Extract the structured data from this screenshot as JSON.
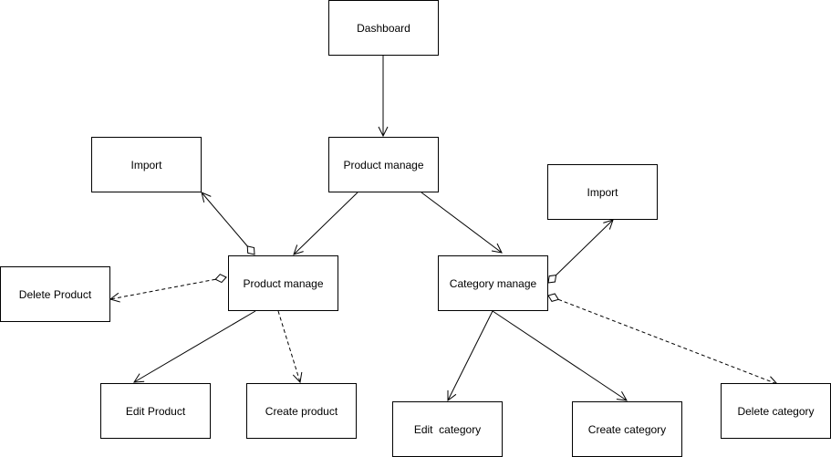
{
  "nodes": {
    "dashboard": "Dashboard",
    "import_left": "Import",
    "product_manage_top": "Product manage",
    "import_right": "Import",
    "delete_product": "Delete Product",
    "product_manage_mid": "Product manage",
    "category_manage": "Category manage",
    "edit_product": "Edit Product",
    "create_product": "Create product",
    "edit_category": "Edit  category",
    "create_category": "Create category",
    "delete_category": "Delete category"
  },
  "edges": [
    {
      "from": "dashboard",
      "to": "product_manage_top",
      "style": "solid",
      "head": "open-arrow"
    },
    {
      "from": "product_manage_top",
      "to": "product_manage_mid",
      "style": "solid",
      "head": "open-arrow"
    },
    {
      "from": "product_manage_top",
      "to": "category_manage",
      "style": "solid",
      "head": "open-arrow"
    },
    {
      "from": "product_manage_mid",
      "to": "import_left",
      "style": "solid",
      "head": "open-arrow",
      "tail": "diamond"
    },
    {
      "from": "product_manage_mid",
      "to": "delete_product",
      "style": "dashed",
      "head": "open-arrow",
      "tail": "diamond"
    },
    {
      "from": "product_manage_mid",
      "to": "edit_product",
      "style": "solid",
      "head": "open-arrow"
    },
    {
      "from": "product_manage_mid",
      "to": "create_product",
      "style": "dashed",
      "head": "open-arrow"
    },
    {
      "from": "category_manage",
      "to": "import_right",
      "style": "solid",
      "head": "open-arrow",
      "tail": "diamond"
    },
    {
      "from": "category_manage",
      "to": "delete_category",
      "style": "dashed",
      "head": "open-arrow",
      "tail": "diamond"
    },
    {
      "from": "category_manage",
      "to": "edit_category",
      "style": "solid",
      "head": "open-arrow"
    },
    {
      "from": "category_manage",
      "to": "create_category",
      "style": "solid",
      "head": "open-arrow"
    }
  ],
  "colors": {
    "line": "#000000",
    "box_fill": "#ffffff",
    "box_border": "#000000"
  }
}
